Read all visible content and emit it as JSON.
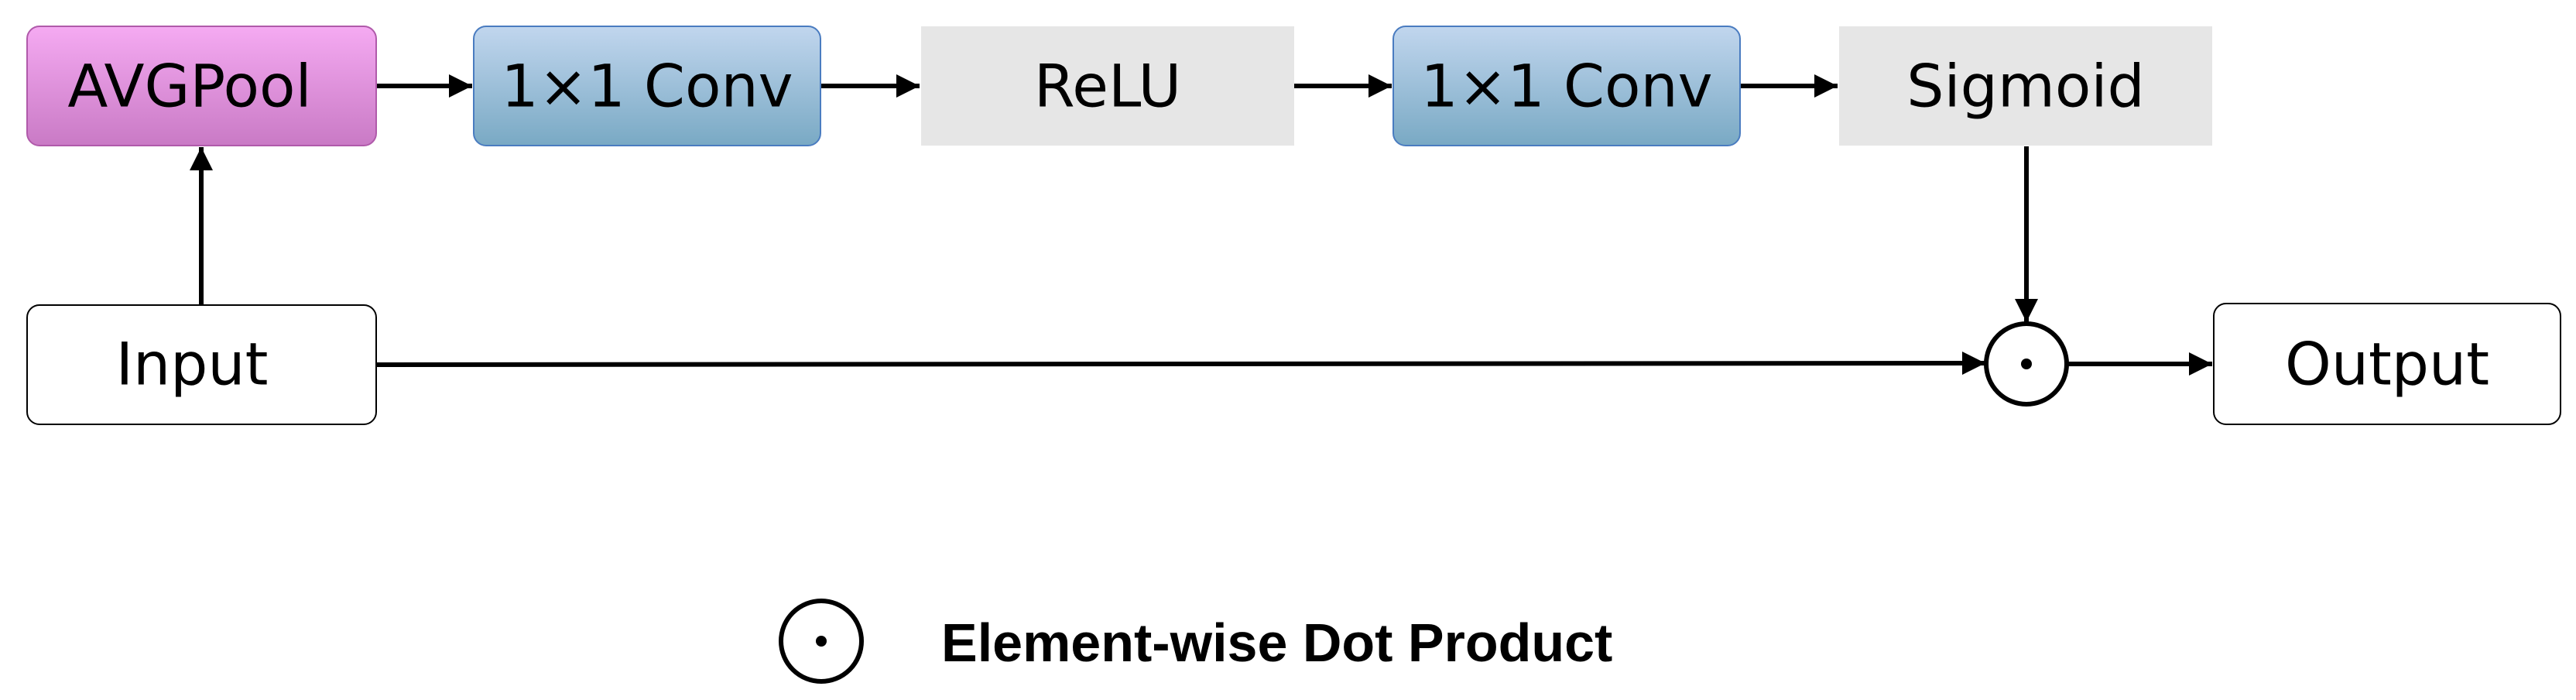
{
  "nodes": {
    "avgpool": {
      "label": "AVGPool"
    },
    "conv1": {
      "label": "1×1 Conv"
    },
    "relu": {
      "label": "ReLU"
    },
    "conv2": {
      "label": "1×1 Conv"
    },
    "sigmoid": {
      "label": "Sigmoid"
    },
    "input": {
      "label": "Input"
    },
    "output": {
      "label": "Output"
    }
  },
  "legend": {
    "dot_product": {
      "label": "Element-wise Dot Product"
    }
  },
  "colors": {
    "avgpool_top": "#f5aaf2",
    "avgpool_bottom": "#c97ac5",
    "avgpool_stroke": "#b05aaa",
    "conv_top": "#c1d6ee",
    "conv_bottom": "#79a9c4",
    "conv_stroke": "#4a7cc0",
    "plain_fill": "#e6e6e6",
    "line": "#000000"
  }
}
